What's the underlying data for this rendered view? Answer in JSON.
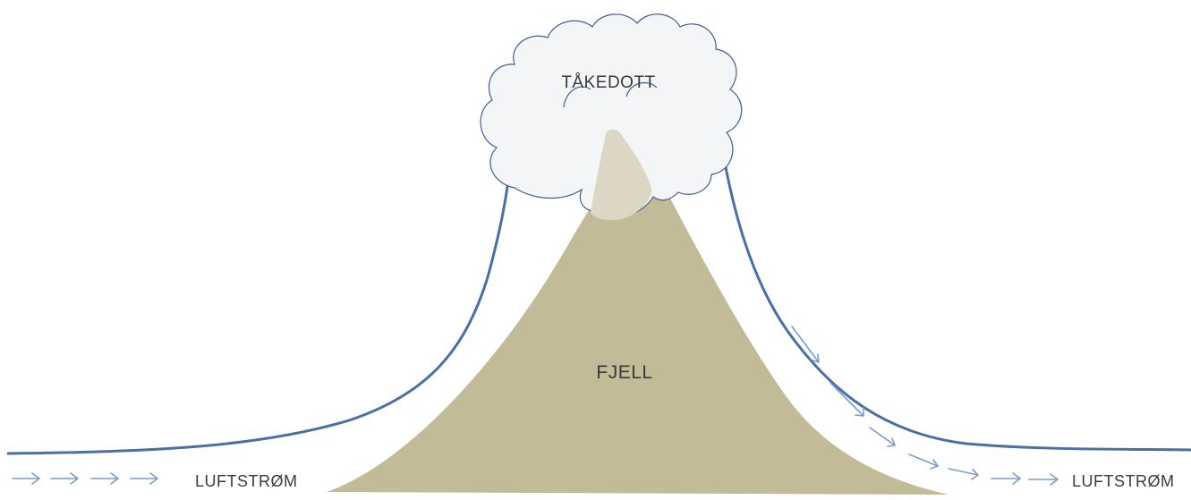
{
  "labels": {
    "cloud": "TÅKEDOTT",
    "mountain": "FJELL",
    "airflow_left": "LUFTSTRØM",
    "airflow_right": "LUFTSTRØM"
  },
  "colors": {
    "mountain": "#c2bb98",
    "mountain_peak": "#dcd7c4",
    "airflow_line": "#4a6fa5",
    "arrows": "#7b9ccc",
    "cloud_fill": "#f4f5f7",
    "cloud_outline": "#3f5f8f"
  }
}
